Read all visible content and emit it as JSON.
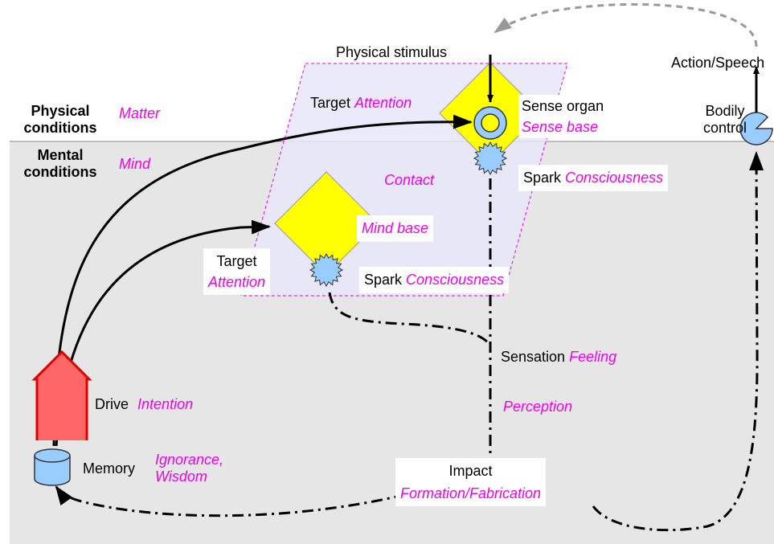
{
  "colors": {
    "mind_region": "#e6e6e6",
    "contact_region": "#e6e6fa",
    "diamond": "#ffff00",
    "organ": "#99ccff",
    "emphasis_text": "#ee00ee",
    "drive_arrow": "#ff6666"
  },
  "icons": {
    "memory": "cylinder-icon",
    "spark": "starburst-icon",
    "sense_organ": "ring-icon",
    "bodily_control": "pie-icon",
    "drive": "up-arrow-icon"
  },
  "physical": {
    "title_line1": "Physical",
    "title_line2": "conditions",
    "term": "Matter"
  },
  "mental": {
    "title_line1": "Mental",
    "title_line2": "conditions",
    "term": "Mind"
  },
  "stimulus": "Physical stimulus",
  "action": "Action/Speech",
  "bodily": {
    "line1": "Bodily",
    "line2": "control"
  },
  "sense": {
    "target": "Target",
    "attention": "Attention",
    "organ": "Sense organ",
    "base": "Sense base",
    "spark": "Spark",
    "consciousness": "Consciousness"
  },
  "contact": "Contact",
  "mind_side": {
    "base": "Mind base",
    "target": "Target",
    "attention": "Attention",
    "spark": "Spark",
    "consciousness": "Consciousness"
  },
  "sensation": {
    "label": "Sensation",
    "term": "Feeling"
  },
  "perception": "Perception",
  "impact": {
    "label": "Impact",
    "term": "Formation/Fabrication"
  },
  "drive": {
    "label": "Drive",
    "term": "Intention"
  },
  "memory": {
    "label": "Memory",
    "term_line1": "Ignorance,",
    "term_line2": "Wisdom"
  }
}
